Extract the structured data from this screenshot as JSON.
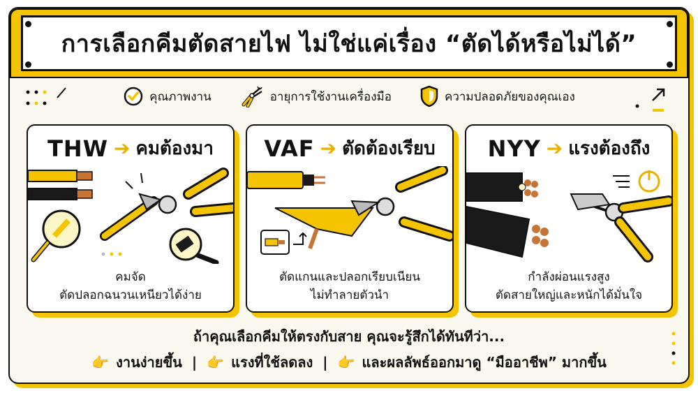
{
  "title": "การเลือกคีมตัดสายไฟ ไม่ใช่แค่เรื่อง “ตัดได้หรือไม่ได้”",
  "legend": [
    {
      "icon": "check-circle-icon",
      "label": "คุณภาพงาน"
    },
    {
      "icon": "pliers-icon",
      "label": "อายุการใช้งานเครื่องมือ"
    },
    {
      "icon": "shield-check-icon",
      "label": "ความปลอดภัยของคุณเอง"
    }
  ],
  "cards": [
    {
      "code": "THW",
      "arrow": "➔",
      "headline": "คมต้องมา",
      "desc_line1": "คมจัด",
      "desc_line2": "ตัดปลอกฉนวนเหนียวได้ง่าย"
    },
    {
      "code": "VAF",
      "arrow": "➔",
      "headline": "ตัดต้องเรียบ",
      "desc_line1": "ตัดแกนและปลอกเรียบเนียน",
      "desc_line2": "ไม่ทำลายตัวนำ"
    },
    {
      "code": "NYY",
      "arrow": "➔",
      "headline": "แรงต้องถึง",
      "desc_line1": "กำลังผ่อนแรงสูง",
      "desc_line2": "ตัดสายใหญ่และหนักได้มั่นใจ"
    }
  ],
  "bottom": {
    "line1": "ถ้าคุณเลือกคีมให้ตรงกับสาย คุณจะรู้สึกได้ทันทีว่า...",
    "benefits": [
      "งานง่ายขึ้น",
      "แรงที่ใช้ลดลง",
      "และผลลัพธ์ออกมาดู “มืออาชีพ” มากขึ้น"
    ],
    "hand": "👉",
    "separator": "|"
  },
  "colors": {
    "accent": "#f5c400",
    "ink": "#111111",
    "cable_black": "#1a1a1a",
    "copper": "#c87533"
  }
}
